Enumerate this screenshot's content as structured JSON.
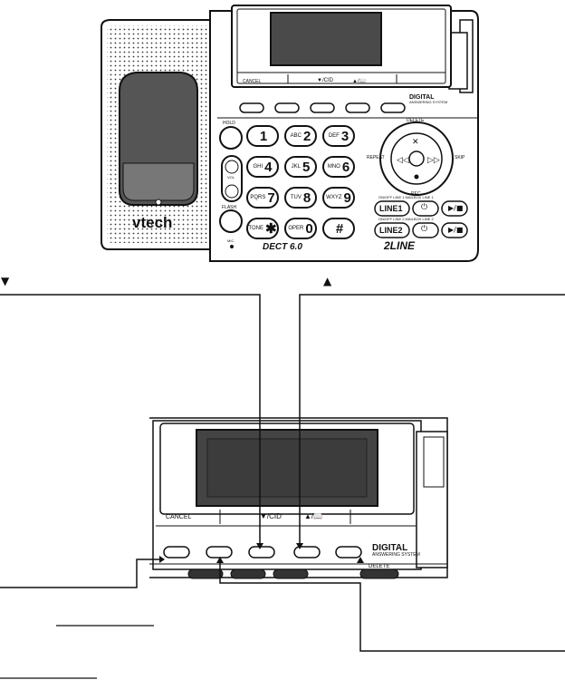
{
  "phone": {
    "brand": "vtech",
    "dect_logo": "DECT 6.0",
    "line_logo": "2LINE",
    "softkeys": [
      "CANCEL",
      "▼/CID",
      "▲/📖"
    ],
    "das_label_1": "DIGITAL",
    "das_label_2": "ANSWERING SYSTEM",
    "hold": "HOLD",
    "vol": "VOL",
    "flash": "FLASH",
    "mic": "MIC",
    "delete": "DELETE",
    "repeat": "REPEAT",
    "skip": "SKIP",
    "rec": "REC",
    "line1": "LINE1",
    "line2": "LINE2",
    "line1_caption": "ON/OFF LINE 1  MAILBOX LINE 1",
    "line2_caption": "ON/OFF LINE 2  MAILBOX LINE 2",
    "keys": [
      {
        "num": "1",
        "letters": ""
      },
      {
        "num": "2",
        "letters": "ABC"
      },
      {
        "num": "3",
        "letters": "DEF"
      },
      {
        "num": "4",
        "letters": "GHI"
      },
      {
        "num": "5",
        "letters": "JKL"
      },
      {
        "num": "6",
        "letters": "MNO"
      },
      {
        "num": "7",
        "letters": "PQRS"
      },
      {
        "num": "8",
        "letters": "TUV"
      },
      {
        "num": "9",
        "letters": "WXYZ"
      },
      {
        "num": "✱",
        "letters": "TONE"
      },
      {
        "num": "0",
        "letters": "OPER"
      },
      {
        "num": "#",
        "letters": ""
      }
    ]
  },
  "zoom": {
    "softkeys": [
      "CANCEL",
      "▼/CID",
      "▲/📖"
    ],
    "das_label_1": "DIGITAL",
    "das_label_2": "ANSWERING SYSTEM",
    "delete": "DELETE"
  },
  "callouts": {
    "down_arrow": "▼",
    "up_arrow": "▲"
  }
}
